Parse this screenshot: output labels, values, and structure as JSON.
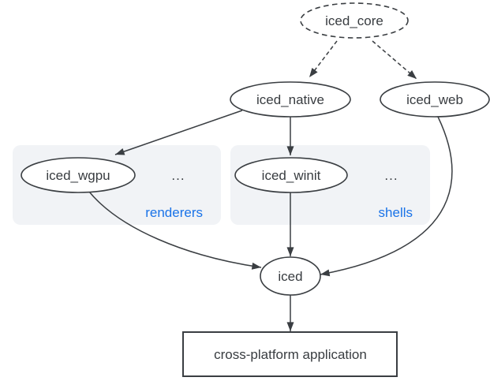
{
  "diagram": {
    "nodes": {
      "iced_core": {
        "label": "iced_core",
        "style": "dashed-ellipse"
      },
      "iced_native": {
        "label": "iced_native",
        "style": "ellipse"
      },
      "iced_web": {
        "label": "iced_web",
        "style": "ellipse"
      },
      "iced_wgpu": {
        "label": "iced_wgpu",
        "style": "ellipse"
      },
      "iced_winit": {
        "label": "iced_winit",
        "style": "ellipse"
      },
      "iced": {
        "label": "iced",
        "style": "ellipse"
      },
      "application": {
        "label": "cross-platform application",
        "style": "rectangle"
      }
    },
    "groups": {
      "renderers": {
        "label": "renderers",
        "ellipsis": "...",
        "members": [
          "iced_wgpu"
        ]
      },
      "shells": {
        "label": "shells",
        "ellipsis": "...",
        "members": [
          "iced_winit"
        ]
      }
    },
    "edges": [
      {
        "from": "iced_core",
        "to": "iced_native",
        "style": "dashed"
      },
      {
        "from": "iced_core",
        "to": "iced_web",
        "style": "dashed"
      },
      {
        "from": "iced_native",
        "to": "iced_wgpu",
        "style": "solid"
      },
      {
        "from": "iced_native",
        "to": "iced_winit",
        "style": "solid"
      },
      {
        "from": "iced_wgpu",
        "to": "iced",
        "style": "solid"
      },
      {
        "from": "iced_winit",
        "to": "iced",
        "style": "solid"
      },
      {
        "from": "iced_web",
        "to": "iced",
        "style": "solid"
      },
      {
        "from": "iced",
        "to": "application",
        "style": "solid"
      }
    ],
    "colors": {
      "background": "#ffffff",
      "node_fill": "#ffffff",
      "group_fill": "#f1f3f6",
      "stroke": "#3a3e42",
      "text": "#383c40",
      "accent_blue": "#1a73e8"
    }
  }
}
